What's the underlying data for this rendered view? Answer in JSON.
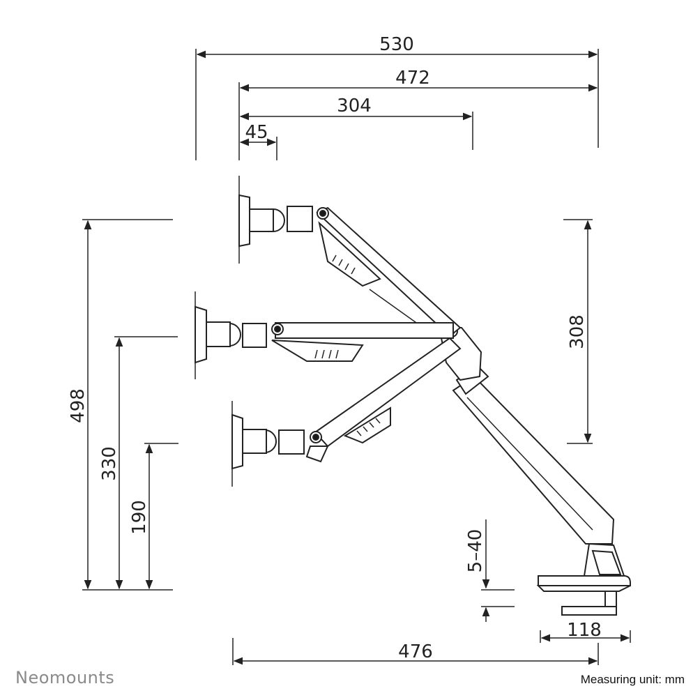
{
  "dimensions": {
    "d530": "530",
    "d472": "472",
    "d304": "304",
    "d45": "45",
    "d498": "498",
    "d330": "330",
    "d190": "190",
    "d308": "308",
    "d5_40": "5–40",
    "d118": "118",
    "d476": "476"
  },
  "footer": {
    "brand": "Neomounts",
    "unit_note": "Measuring unit: mm"
  },
  "colors": {
    "line": "#222222",
    "brand": "#8a8a8a"
  }
}
